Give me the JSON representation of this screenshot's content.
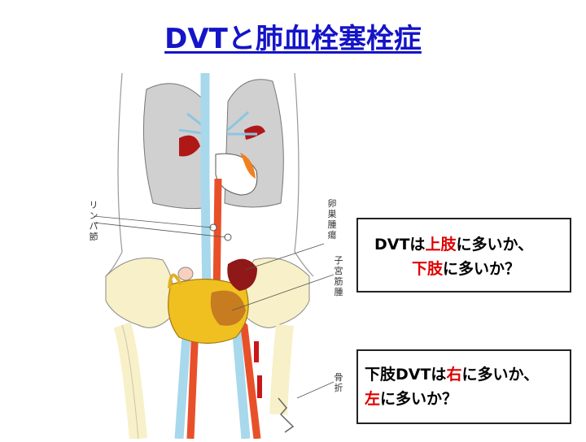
{
  "title": "DVTと肺血栓塞栓症",
  "question1": {
    "line1_prefix": "DVTは",
    "line1_highlight": "上肢",
    "line1_suffix": "に多いか、",
    "line2_highlight": "下肢",
    "line2_suffix": "に多いか？"
  },
  "question2": {
    "line1_prefix": "下肢DVTは",
    "line1_highlight": "右",
    "line1_suffix": "に多いか、",
    "line2_highlight": "左",
    "line2_suffix": "に多いか？"
  },
  "figure_labels": {
    "lymph_node": "リンパ節",
    "ovarian_tumor": "卵巣腫瘍",
    "uterine_myoma": "子宮筋腫",
    "fracture": "骨折"
  },
  "colors": {
    "title": "#1414c8",
    "highlight": "#e00000",
    "artery": "#e8502a",
    "vein": "#a8d8ec",
    "lung": "#d0d0d0",
    "bone": "#f8f0c8",
    "thrombus": "#b01818"
  }
}
